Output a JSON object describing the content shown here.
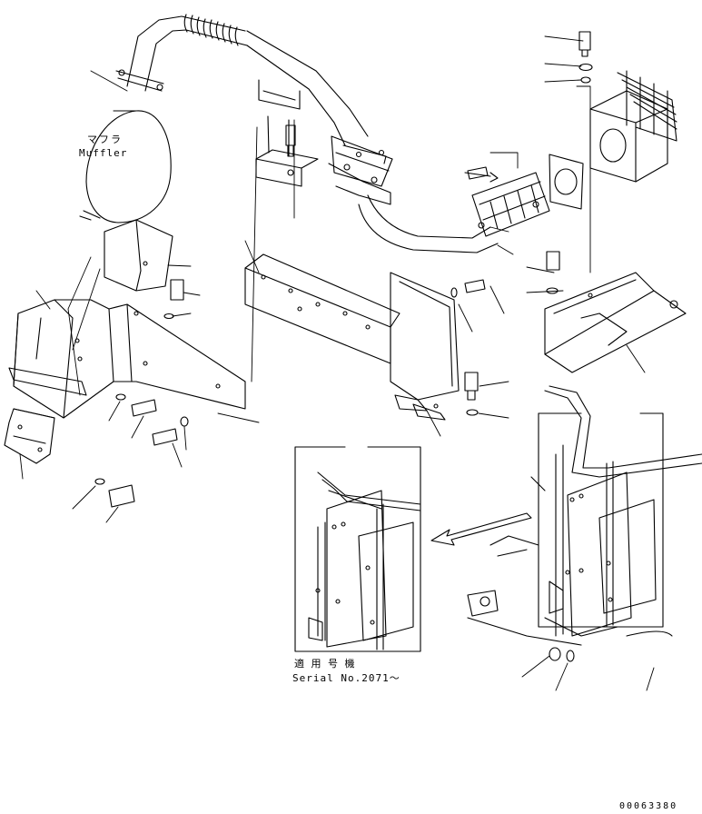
{
  "labels": {
    "muffler_jp": "マフラ",
    "muffler_en": "Muffler",
    "serial_jp": "適 用 号 機",
    "serial_en": "Serial No.2071～",
    "doc_number": "00063380"
  }
}
